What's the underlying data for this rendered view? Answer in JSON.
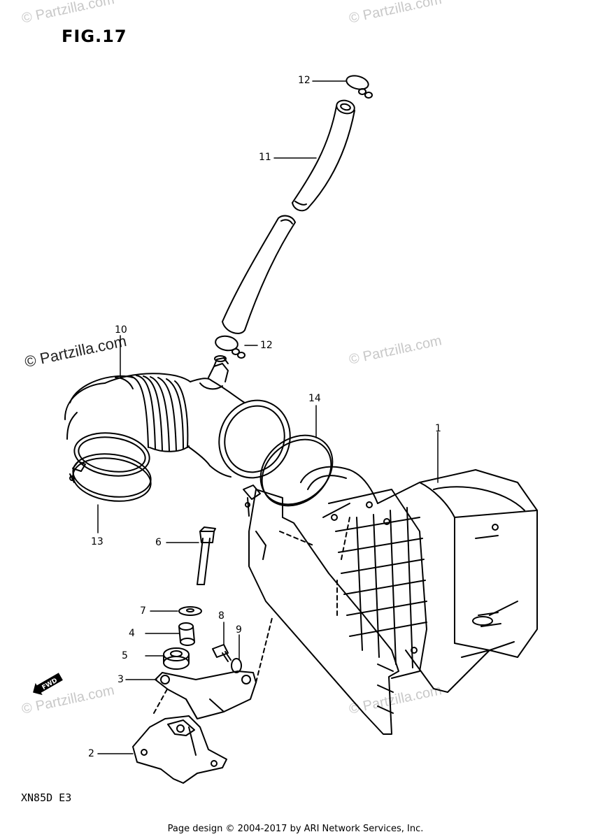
{
  "figure": {
    "title": "FIG.17",
    "model_code": "XN85D E3",
    "footer": "Page design © 2004-2017 by ARI Network Services, Inc.",
    "fwd_label": "FWD"
  },
  "watermark": "© Partzilla.com",
  "callouts": [
    {
      "id": "1",
      "label": "1"
    },
    {
      "id": "2",
      "label": "2"
    },
    {
      "id": "3",
      "label": "3"
    },
    {
      "id": "4",
      "label": "4"
    },
    {
      "id": "5",
      "label": "5"
    },
    {
      "id": "6",
      "label": "6"
    },
    {
      "id": "7",
      "label": "7"
    },
    {
      "id": "8",
      "label": "8"
    },
    {
      "id": "9",
      "label": "9"
    },
    {
      "id": "10",
      "label": "10"
    },
    {
      "id": "11",
      "label": "11"
    },
    {
      "id": "12a",
      "label": "12"
    },
    {
      "id": "12b",
      "label": "12"
    },
    {
      "id": "13",
      "label": "13"
    },
    {
      "id": "14",
      "label": "14"
    }
  ]
}
